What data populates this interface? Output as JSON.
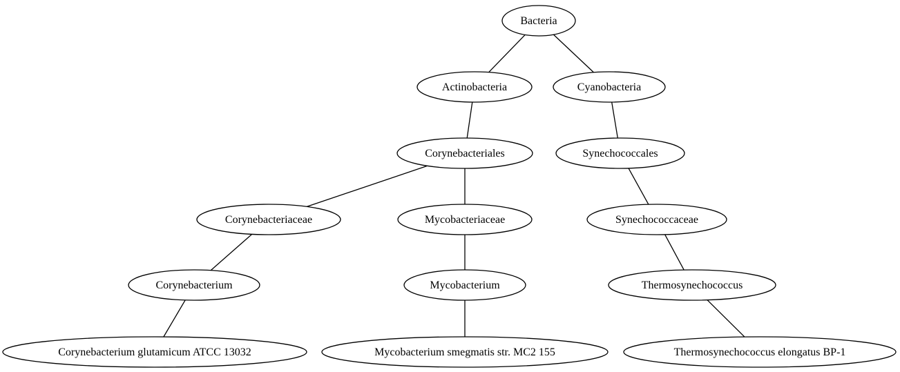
{
  "tree": {
    "nodes": [
      {
        "id": "bacteria",
        "label": "Bacteria"
      },
      {
        "id": "actinobacteria",
        "label": "Actinobacteria"
      },
      {
        "id": "cyanobacteria",
        "label": "Cyanobacteria"
      },
      {
        "id": "corynebacteriales",
        "label": "Corynebacteriales"
      },
      {
        "id": "synechococcales",
        "label": "Synechococcales"
      },
      {
        "id": "corynebacteriaceae",
        "label": "Corynebacteriaceae"
      },
      {
        "id": "mycobacteriaceae",
        "label": "Mycobacteriaceae"
      },
      {
        "id": "synechococcaceae",
        "label": "Synechococcaceae"
      },
      {
        "id": "corynebacterium",
        "label": "Corynebacterium"
      },
      {
        "id": "mycobacterium",
        "label": "Mycobacterium"
      },
      {
        "id": "thermosynechococcus",
        "label": "Thermosynechococcus"
      },
      {
        "id": "c-glutamicum",
        "label": "Corynebacterium glutamicum ATCC 13032"
      },
      {
        "id": "m-smegmatis",
        "label": "Mycobacterium smegmatis str. MC2 155"
      },
      {
        "id": "t-elongatus",
        "label": "Thermosynechococcus elongatus BP-1"
      }
    ],
    "edges": [
      [
        "bacteria",
        "actinobacteria"
      ],
      [
        "bacteria",
        "cyanobacteria"
      ],
      [
        "actinobacteria",
        "corynebacteriales"
      ],
      [
        "cyanobacteria",
        "synechococcales"
      ],
      [
        "corynebacteriales",
        "corynebacteriaceae"
      ],
      [
        "corynebacteriales",
        "mycobacteriaceae"
      ],
      [
        "synechococcales",
        "synechococcaceae"
      ],
      [
        "corynebacteriaceae",
        "corynebacterium"
      ],
      [
        "mycobacteriaceae",
        "mycobacterium"
      ],
      [
        "synechococcaceae",
        "thermosynechococcus"
      ],
      [
        "corynebacterium",
        "c-glutamicum"
      ],
      [
        "mycobacterium",
        "m-smegmatis"
      ],
      [
        "thermosynechococcus",
        "t-elongatus"
      ]
    ]
  }
}
